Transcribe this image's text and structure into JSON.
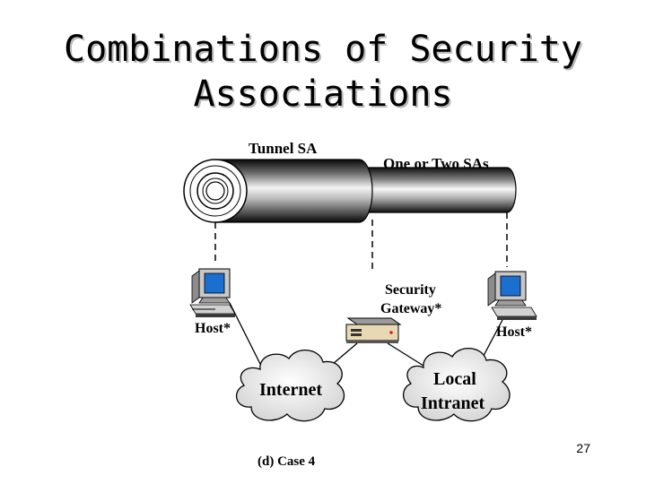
{
  "slide": {
    "title_line1": "Combinations of Security",
    "title_line2": "Associations",
    "page_number": "27"
  },
  "diagram": {
    "tunnel_label": "Tunnel SA",
    "inner_label": "One or Two SAs",
    "gateway_label_line1": "Security",
    "gateway_label_line2": "Gateway*",
    "host_left_label": "Host*",
    "host_right_label": "Host*",
    "internet_label": "Internet",
    "intranet_label_line1": "Local",
    "intranet_label_line2": "Intranet",
    "caption": "(d) Case 4"
  },
  "colors": {
    "screen": "#1a6fd0",
    "monitor": "#c8c8c8",
    "gateway_led": "#d62020"
  }
}
